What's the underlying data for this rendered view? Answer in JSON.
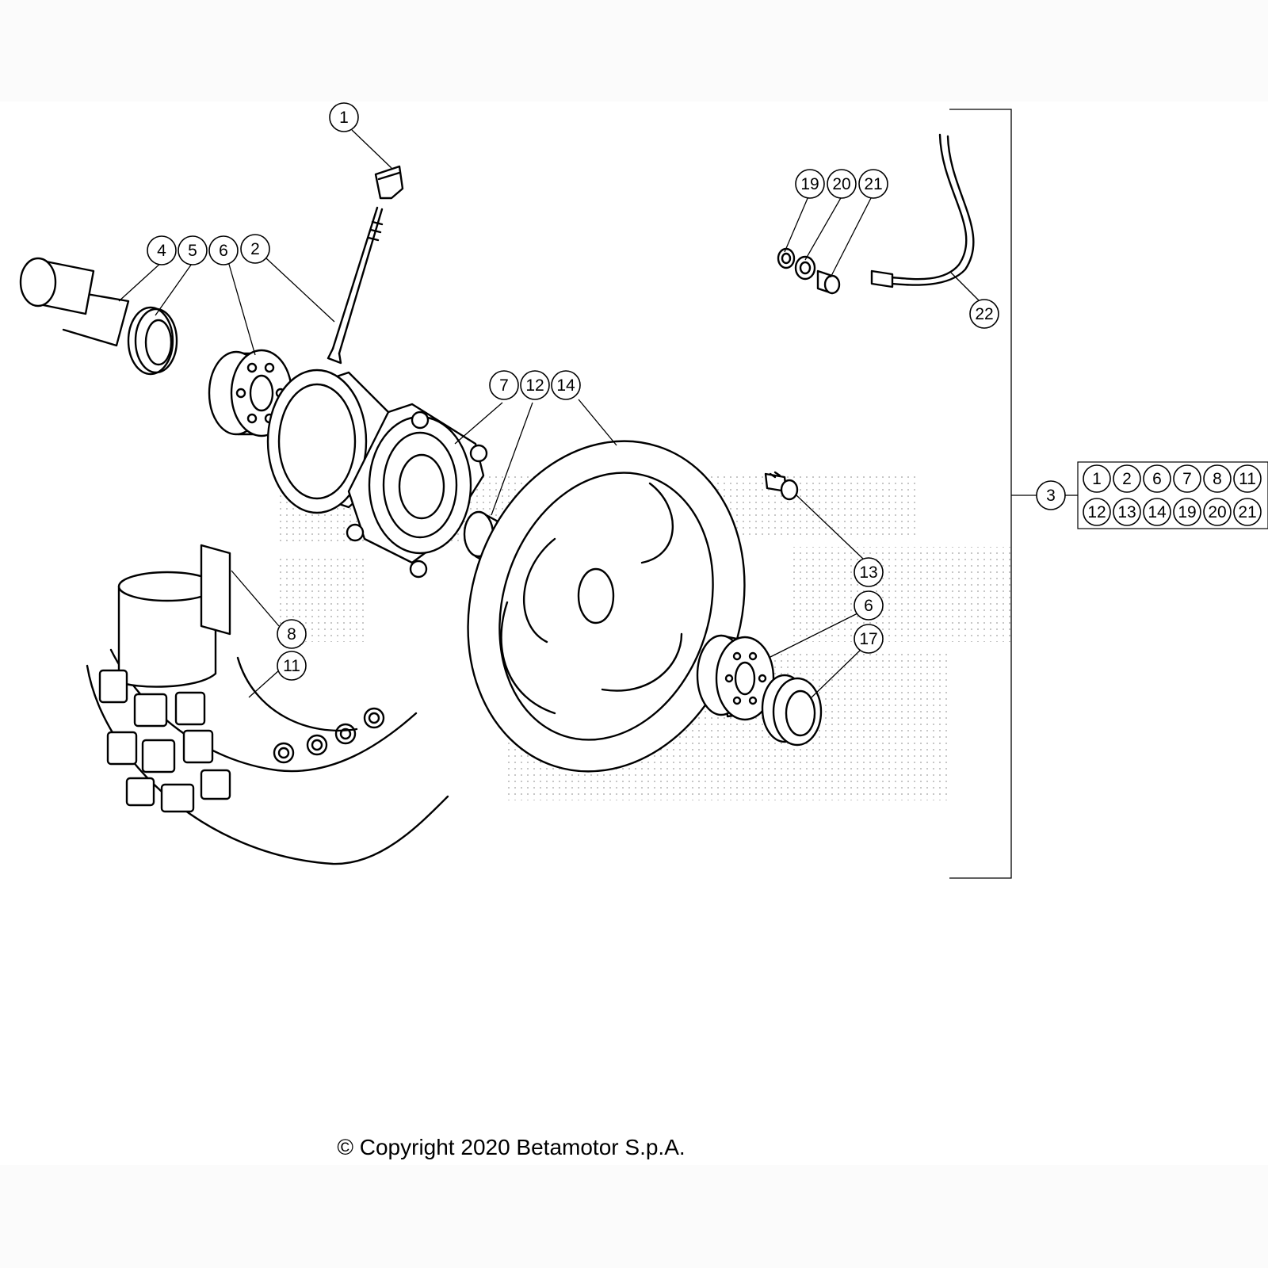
{
  "callouts": [
    {
      "id": "c1",
      "label": "1"
    },
    {
      "id": "c4",
      "label": "4"
    },
    {
      "id": "c5",
      "label": "5"
    },
    {
      "id": "c6a",
      "label": "6"
    },
    {
      "id": "c2",
      "label": "2"
    },
    {
      "id": "c7",
      "label": "7"
    },
    {
      "id": "c12",
      "label": "12"
    },
    {
      "id": "c14",
      "label": "14"
    },
    {
      "id": "c19",
      "label": "19"
    },
    {
      "id": "c20",
      "label": "20"
    },
    {
      "id": "c21",
      "label": "21"
    },
    {
      "id": "c22",
      "label": "22"
    },
    {
      "id": "c3",
      "label": "3"
    },
    {
      "id": "c13",
      "label": "13"
    },
    {
      "id": "c6b",
      "label": "6"
    },
    {
      "id": "c17",
      "label": "17"
    },
    {
      "id": "c8",
      "label": "8"
    },
    {
      "id": "c11",
      "label": "11"
    }
  ],
  "kit": {
    "row1": [
      "1",
      "2",
      "6",
      "7",
      "8",
      "11"
    ],
    "row2": [
      "12",
      "13",
      "14",
      "19",
      "20",
      "21"
    ]
  },
  "copyright": "© Copyright 2020 Betamotor S.p.A."
}
